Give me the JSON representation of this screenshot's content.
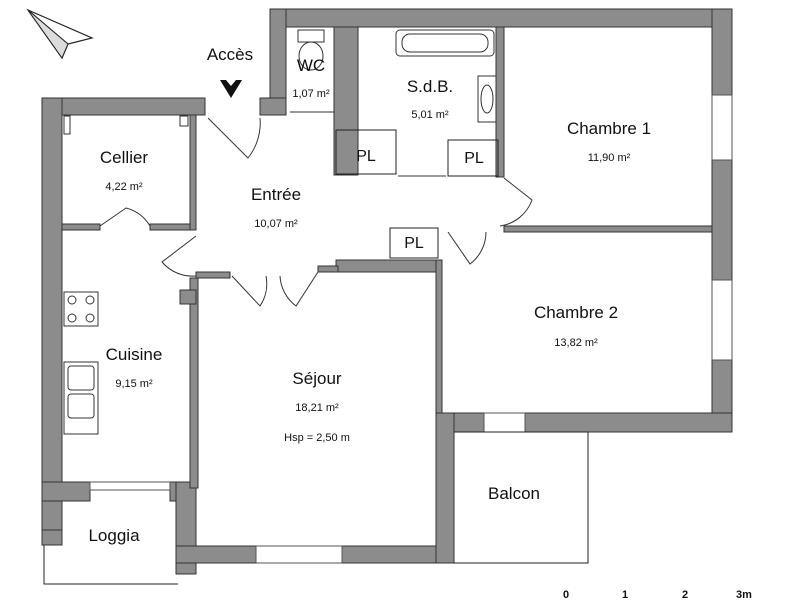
{
  "access_label": "Accès",
  "rooms": {
    "wc": {
      "name": "WC",
      "area": "1,07 m²"
    },
    "sdb": {
      "name": "S.d.B.",
      "area": "5,01 m²"
    },
    "chambre1": {
      "name": "Chambre 1",
      "area": "11,90 m²"
    },
    "cellier": {
      "name": "Cellier",
      "area": "4,22 m²"
    },
    "entree": {
      "name": "Entrée",
      "area": "10,07 m²"
    },
    "chambre2": {
      "name": "Chambre 2",
      "area": "13,82 m²"
    },
    "cuisine": {
      "name": "Cuisine",
      "area": "9,15 m²"
    },
    "sejour": {
      "name": "Séjour",
      "area": "18,21 m²",
      "height": "Hsp = 2,50 m"
    },
    "balcon": {
      "name": "Balcon"
    },
    "loggia": {
      "name": "Loggia"
    }
  },
  "placards": [
    "PL",
    "PL",
    "PL"
  ],
  "scale": {
    "ticks": [
      "0",
      "1",
      "2",
      "3m"
    ]
  },
  "icons": {
    "north": "north-arrow-icon",
    "access": "access-arrow-icon"
  }
}
